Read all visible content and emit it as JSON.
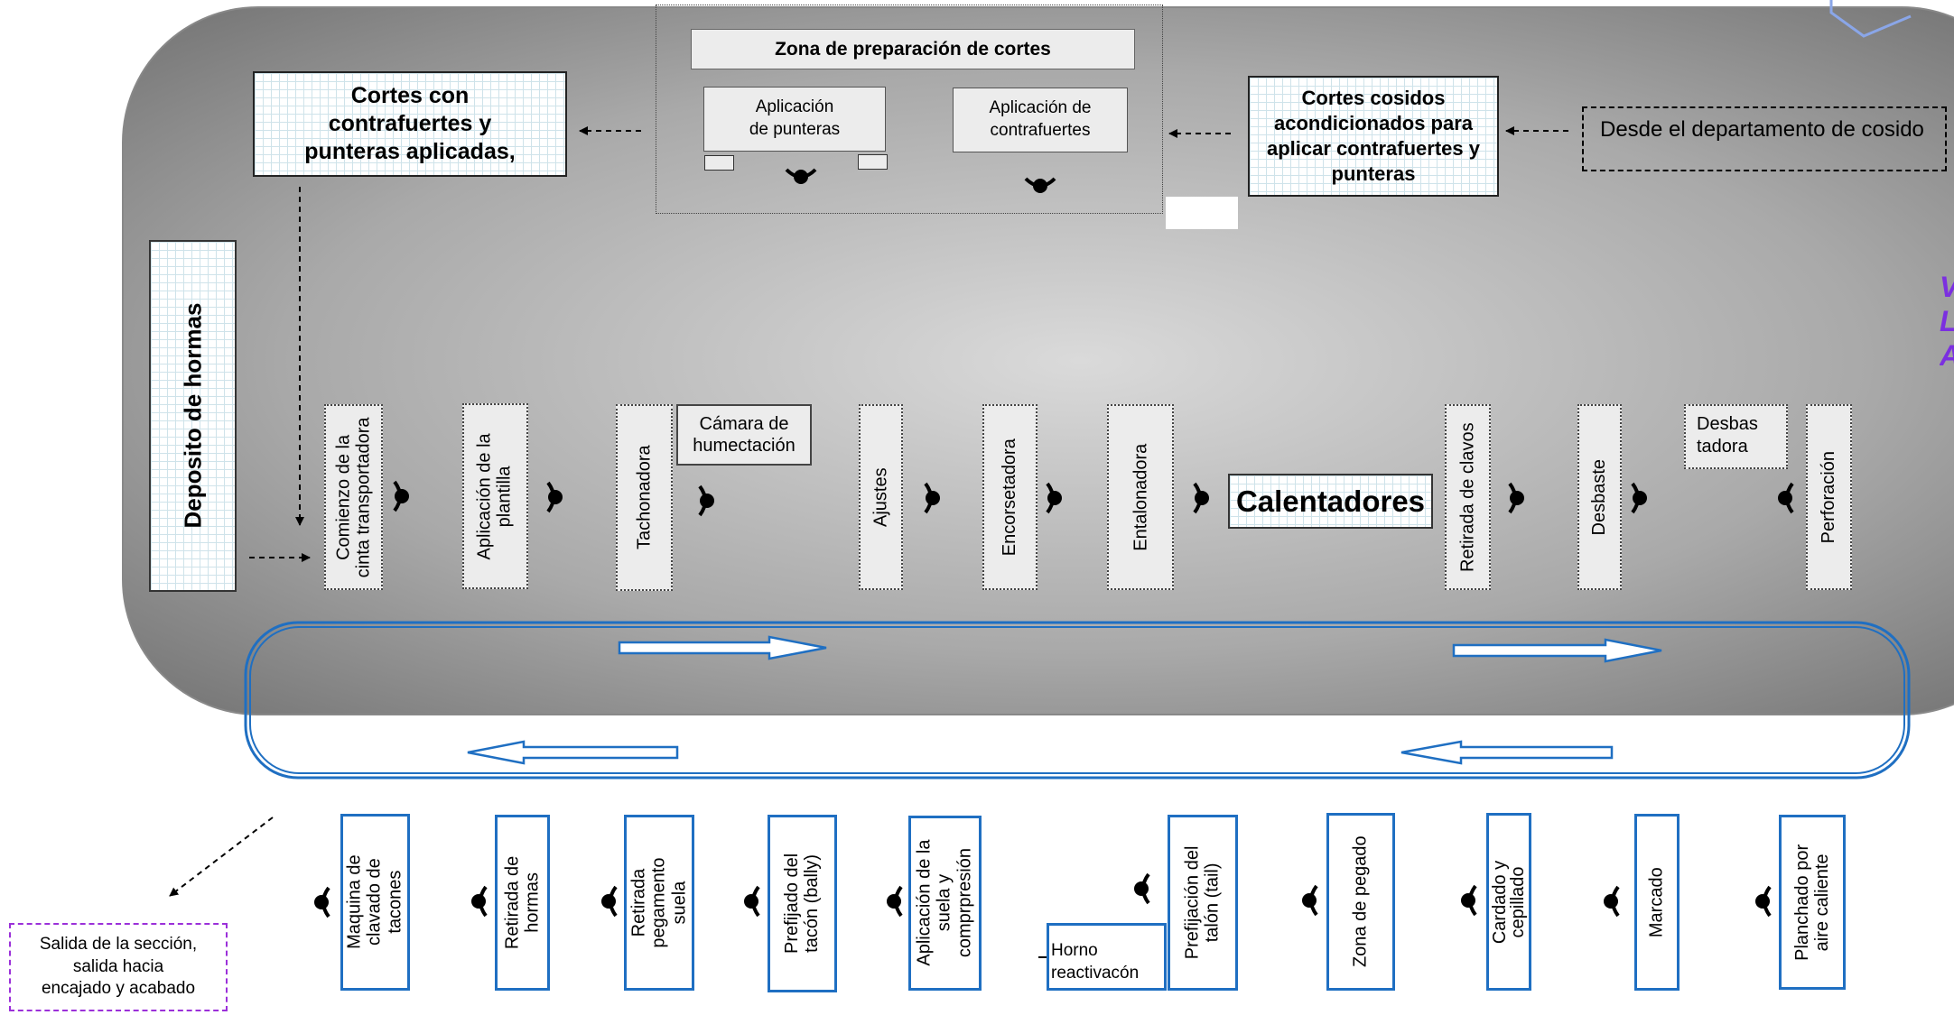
{
  "prep_zone": {
    "title": "Zona de preparación de cortes",
    "left_box": "Aplicación\nde punteras",
    "right_box": "Aplicación de\ncontrafuertes"
  },
  "top_boxes": {
    "cortes_aplicados": "Cortes con contrafuertes y punteras aplicadas,",
    "cortes_cosidos": "Cortes cosidos acondicionados para aplicar contrafuertes y punteras",
    "desde_departamento": "Desde el departamento de cosido"
  },
  "deposito": "Deposito de hormas",
  "upper_stations": [
    "Comienzo de la\ncinta transportadora",
    "Aplicación de la\nplantilla",
    "Tachonadora",
    "Ajustes",
    "Encorsetadora",
    "Entalonadora",
    "Retirada de clavos",
    "Desbaste",
    "Perforación"
  ],
  "camara": "Cámara de\nhumectación",
  "calentadores": "Calentadores",
  "desbastadora": "Desbas\ntadora",
  "lower_stations": [
    "Maquina de\nclavado de\ntacones",
    "Retirada de\nhormas",
    "Retirada\npegamento\nsuela",
    "Prefijado del\ntacón (bally)",
    "Aplicación de la\nsuela y\ncomprpresión",
    "Prefijación del\ntalón (tail)",
    "Zona de pegado",
    "Cardado y\ncepillado",
    "Marcado",
    "Planchado por\naire caliente"
  ],
  "horno": "Horno\nreactivacón",
  "salida": "Salida de la sección,\nsalida hacia\nencajado y acabado",
  "edge_text": [
    "V",
    "L",
    "A"
  ],
  "colors": {
    "conveyor": "#1f6fc2",
    "salida_border": "#9b30d9",
    "edge_text": "#7b2fe0"
  }
}
